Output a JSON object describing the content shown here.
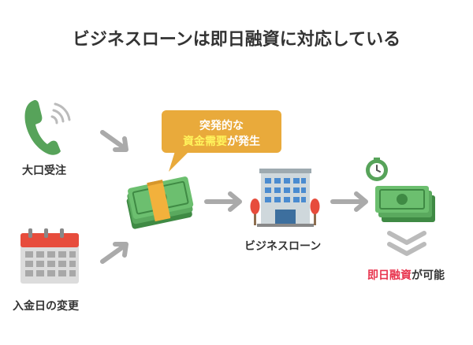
{
  "title": "ビジネスローンは即日融資に対応している",
  "phone_label": "大口受注",
  "calendar_label": "入金日の変更",
  "bubble": {
    "line1": "突発的な",
    "line2_highlight": "資金需要",
    "line2_rest": "が発生"
  },
  "building_label": "ビジネスローン",
  "result": {
    "highlight": "即日融資",
    "rest": "が可能"
  },
  "colors": {
    "green": "#57a35a",
    "bubble": "#e9aa3b",
    "highlight_red": "#e8344e",
    "highlight_yellow": "#fff35c",
    "arrow": "#aaaaaa",
    "calendar_red": "#e74c3c"
  }
}
